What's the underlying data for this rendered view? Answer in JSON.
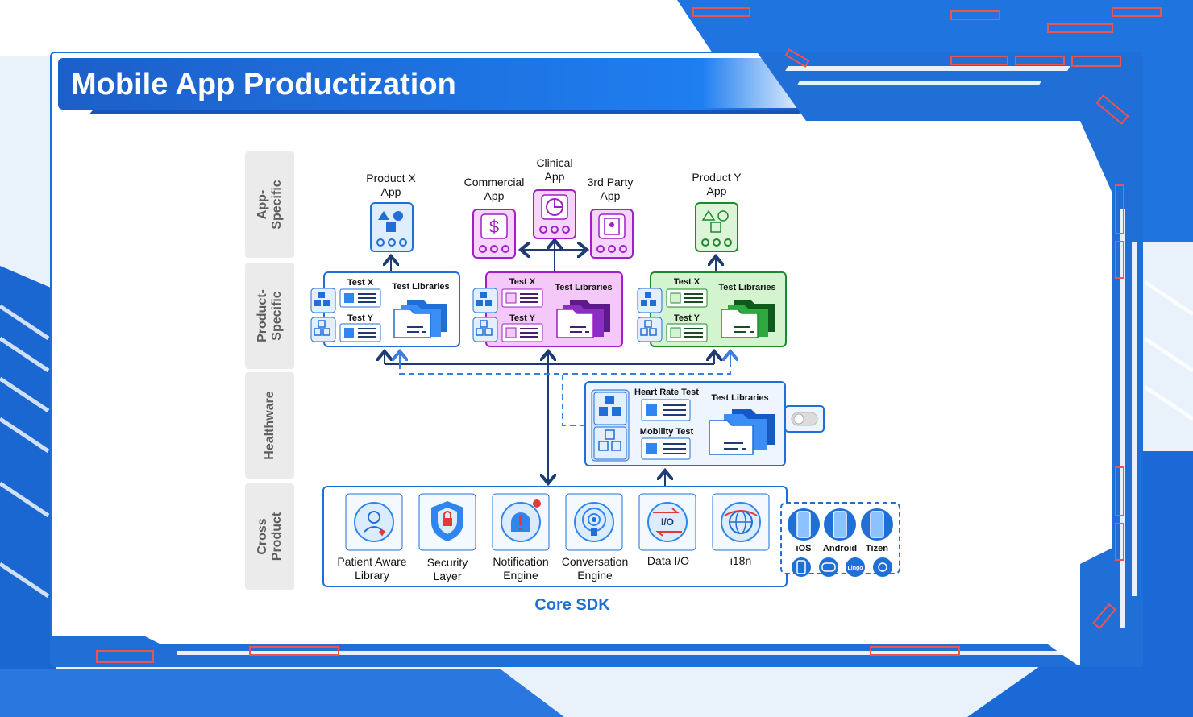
{
  "title": "Mobile App Productization",
  "tiers": [
    "App-\nSpecific",
    "Product-\nSpecific",
    "Healthware",
    "Cross\nProduct"
  ],
  "apps": {
    "product_x": [
      "Product X",
      "App"
    ],
    "commercial": [
      "Commercial",
      "App"
    ],
    "clinical": [
      "Clinical",
      "App"
    ],
    "third_party": [
      "3rd Party",
      "App"
    ],
    "product_y": [
      "Product Y",
      "App"
    ]
  },
  "product_boxes": {
    "test_x": "Test X",
    "test_y": "Test Y",
    "test_libraries": "Test Libraries"
  },
  "healthware": {
    "heart_rate_test": "Heart Rate Test",
    "mobility_test": "Mobility Test",
    "test_libraries": "Test Libraries"
  },
  "core": {
    "title": "Core SDK",
    "modules": [
      [
        "Patient Aware",
        "Library"
      ],
      [
        "Security",
        "Layer"
      ],
      [
        "Notification",
        "Engine"
      ],
      [
        "Conversation",
        "Engine"
      ],
      [
        "Data I/O",
        ""
      ],
      [
        "i18n",
        ""
      ]
    ],
    "data_io_icon_label": "I/O"
  },
  "platforms": [
    "iOS",
    "Android",
    "Tizen"
  ],
  "platform_badge": "Lingo",
  "colors": {
    "blue": "#1f6fd6",
    "navy": "#1f3b73",
    "purple": "#a21fc7",
    "purple_fill": "#f3c9f7",
    "green": "#1b8a2c",
    "green_fill": "#d6f6d2",
    "tier_gray": "#ebebeb"
  }
}
